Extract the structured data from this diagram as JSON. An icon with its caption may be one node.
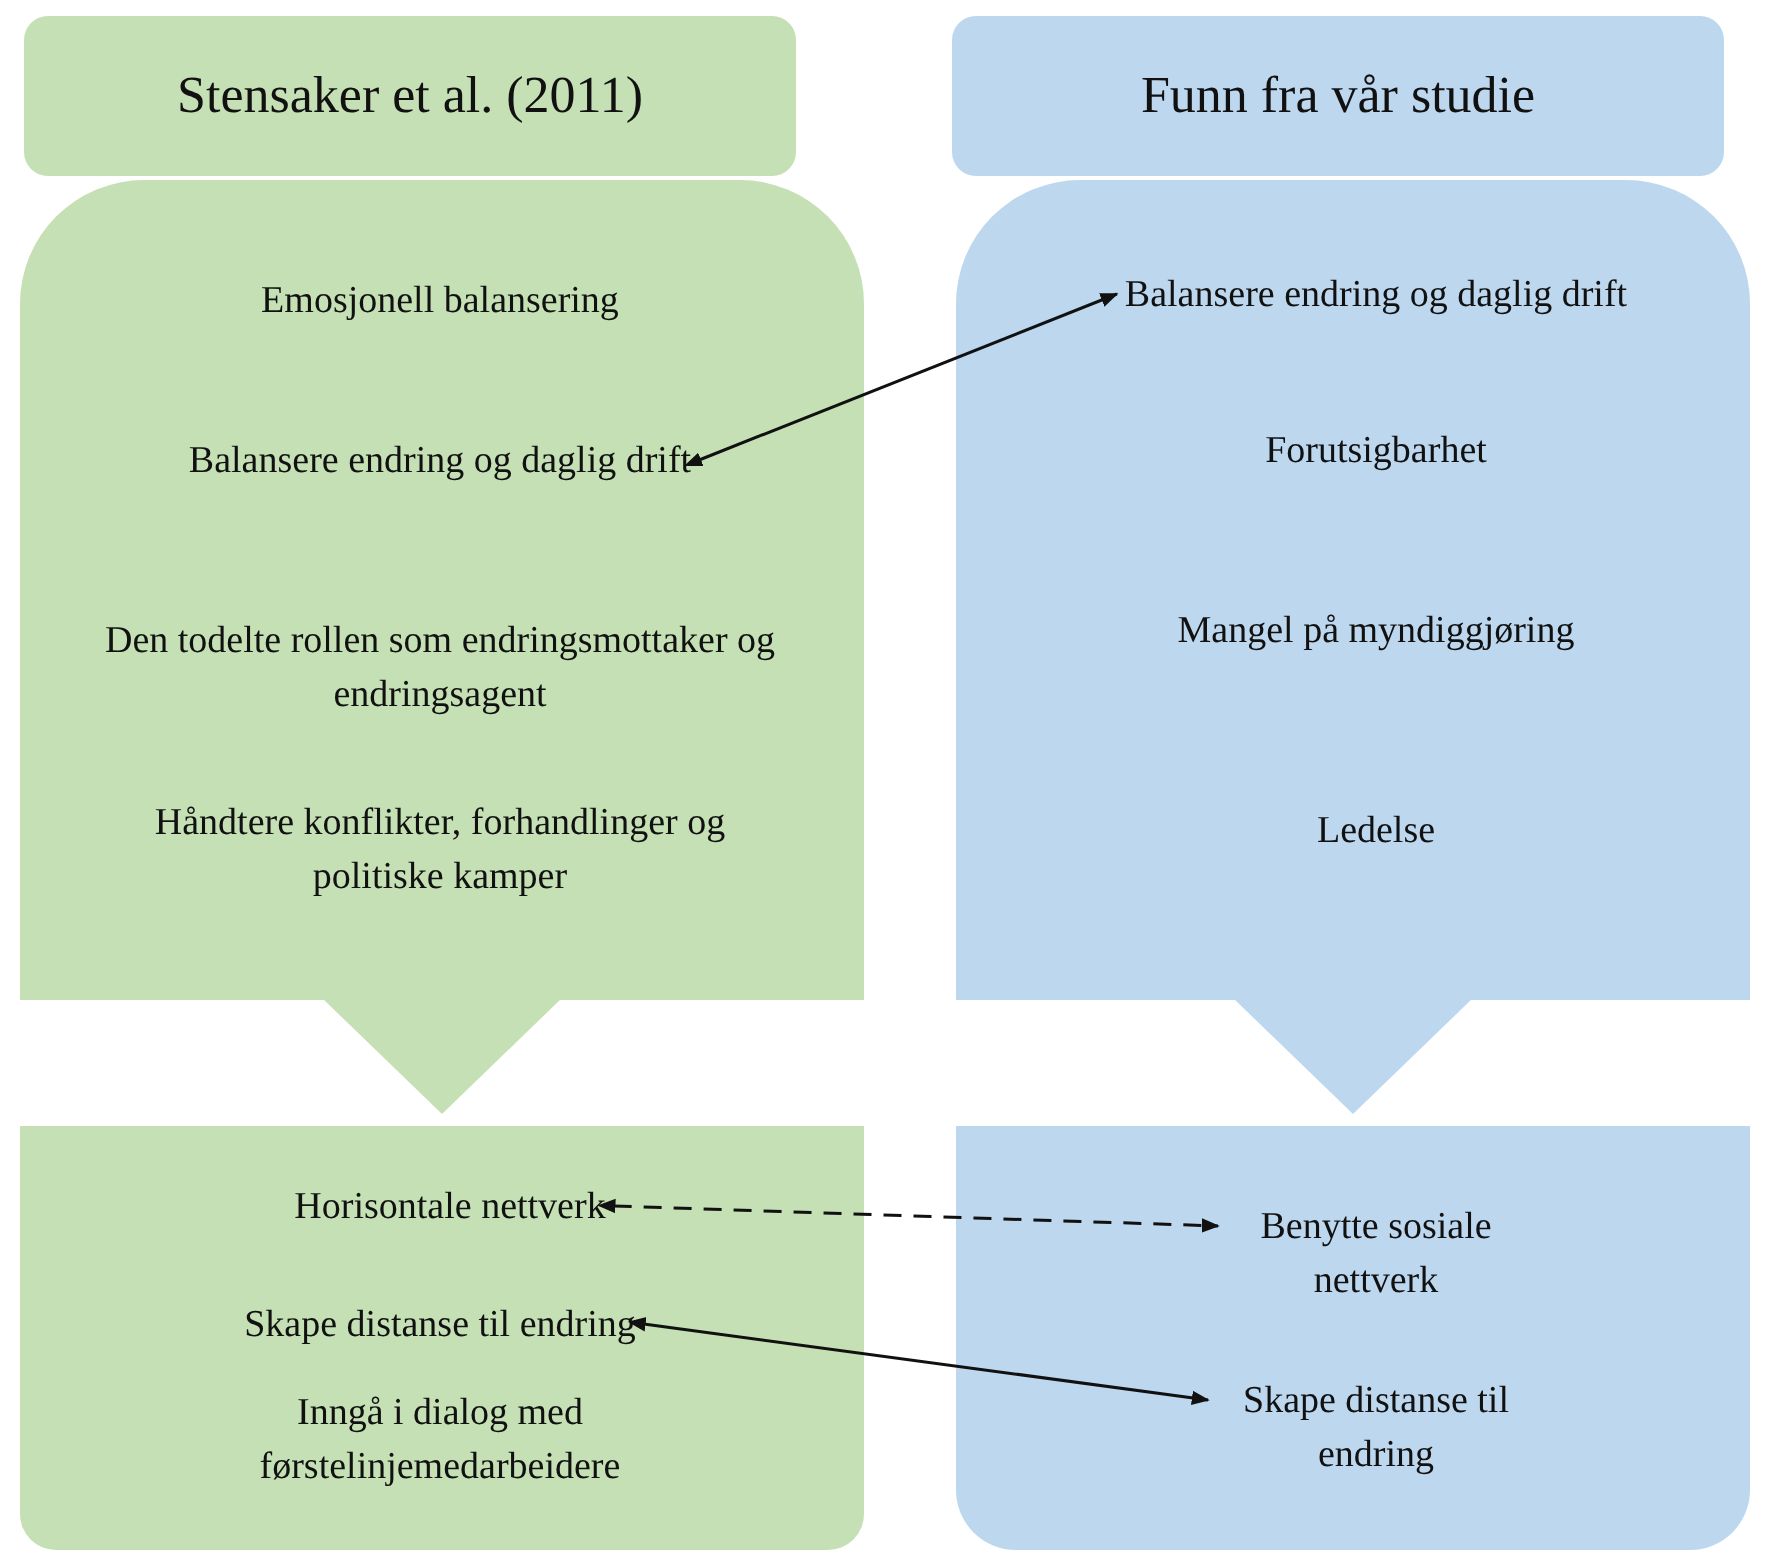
{
  "diagram": {
    "nodes": [
      {
        "text": [
          "Stensaker et al. (2011)"
        ]
      },
      {
        "text": [
          "Funn fra vår studie"
        ]
      },
      {
        "text": [],
        "shape": "box"
      },
      {
        "text": [
          "Emosjonell balansering"
        ],
        "in": 2
      },
      {
        "text": [
          "Balansere endring og daglig drift"
        ],
        "in": 2
      },
      {
        "text": [
          "Den todelte rollen som endringsmottaker og endringsagent"
        ],
        "in": 2
      },
      {
        "text": [
          "Håndtere konflikter, forhandlinger og politiske kamper"
        ],
        "in": 2
      },
      {
        "text": [],
        "shape": "box"
      },
      {
        "text": [
          "Balansere endring og daglig drift"
        ],
        "in": 7
      },
      {
        "text": [
          "Forutsigbarhet"
        ],
        "in": 7
      },
      {
        "text": [
          "Mangel på myndiggjøring"
        ],
        "in": 7
      },
      {
        "text": [
          "Ledelse"
        ],
        "in": 7
      },
      {
        "text": [],
        "shape": "box"
      },
      {
        "text": [
          "Horisontale nettverk"
        ],
        "in": 12
      },
      {
        "text": [
          "Skape distanse til endring"
        ],
        "in": 12
      },
      {
        "text": [
          "Inngå i dialog med førstelinjemedarbeidere"
        ],
        "in": 12
      },
      {
        "text": [],
        "shape": "box"
      },
      {
        "text": [
          "Benytte sosiale nettverk"
        ],
        "in": 16
      },
      {
        "text": [
          "Skape distanse til endring"
        ],
        "in": 16
      }
    ],
    "edges": [
      {
        "from": 4,
        "to": 8,
        "arrow": "both"
      },
      {
        "from": 2,
        "to": 12,
        "arrow": "to",
        "style": "thick",
        "color": "#c5e0b4"
      },
      {
        "from": 7,
        "to": 16,
        "arrow": "to",
        "style": "thick",
        "color": "#bdd7ee"
      },
      {
        "from": 13,
        "to": 17,
        "arrow": "both",
        "style": "dashed"
      },
      {
        "from": 14,
        "to": 18,
        "arrow": "both"
      }
    ]
  }
}
